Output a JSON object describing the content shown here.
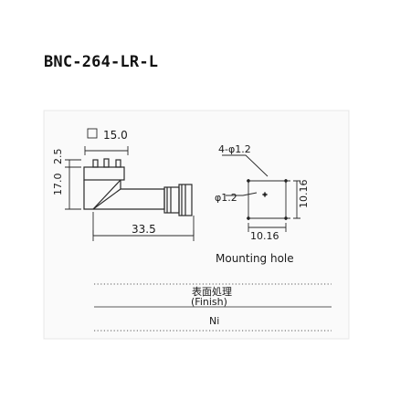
{
  "title": "BNC-264-LR-L",
  "dimensions": {
    "top_width": "15.0",
    "pin_height": "2.5",
    "body_height": "17.0",
    "length": "33.5",
    "hole_count_dia": "4-φ1.2",
    "center_hole_dia": "φ1.2",
    "pitch_x": "10.16",
    "pitch_y": "10.16"
  },
  "captions": {
    "mounting_hole": "Mounting hole"
  },
  "finish_table": {
    "header_jp": "表面処理",
    "header_en": "(Finish)",
    "value": "Ni"
  },
  "colors": {
    "line": "#2a2a2a",
    "panel": "#f7f7f7",
    "text": "#111111"
  }
}
